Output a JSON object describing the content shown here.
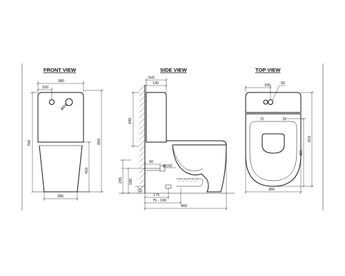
{
  "views": {
    "front": {
      "title": "FRONT VIEW",
      "dims": {
        "tank_width": "380",
        "hole_offset": "100",
        "hole_diameter": "Ø70",
        "total_height": "760",
        "height_850": "850",
        "height_410": "410",
        "base_width": "285"
      }
    },
    "side": {
      "title": "SIDE VIEW",
      "dims": {
        "top_5x5": "5x5",
        "top_135": "135",
        "tank_430": "430",
        "inlet_60": "60",
        "outlet_dia": "Ø100",
        "height_180": "180",
        "height_235": "235",
        "height_15": "15",
        "width_175": "175",
        "range_75_190": "75 - 190",
        "depth_460": "460"
      }
    },
    "top": {
      "title": "TOP VIEW",
      "dims": {
        "hole_155": "155",
        "hole_50": "50",
        "depth_619": "619",
        "depth_425": "425",
        "width_360": "360"
      }
    }
  },
  "colors": {
    "line": "#111111",
    "background": "#ffffff"
  }
}
